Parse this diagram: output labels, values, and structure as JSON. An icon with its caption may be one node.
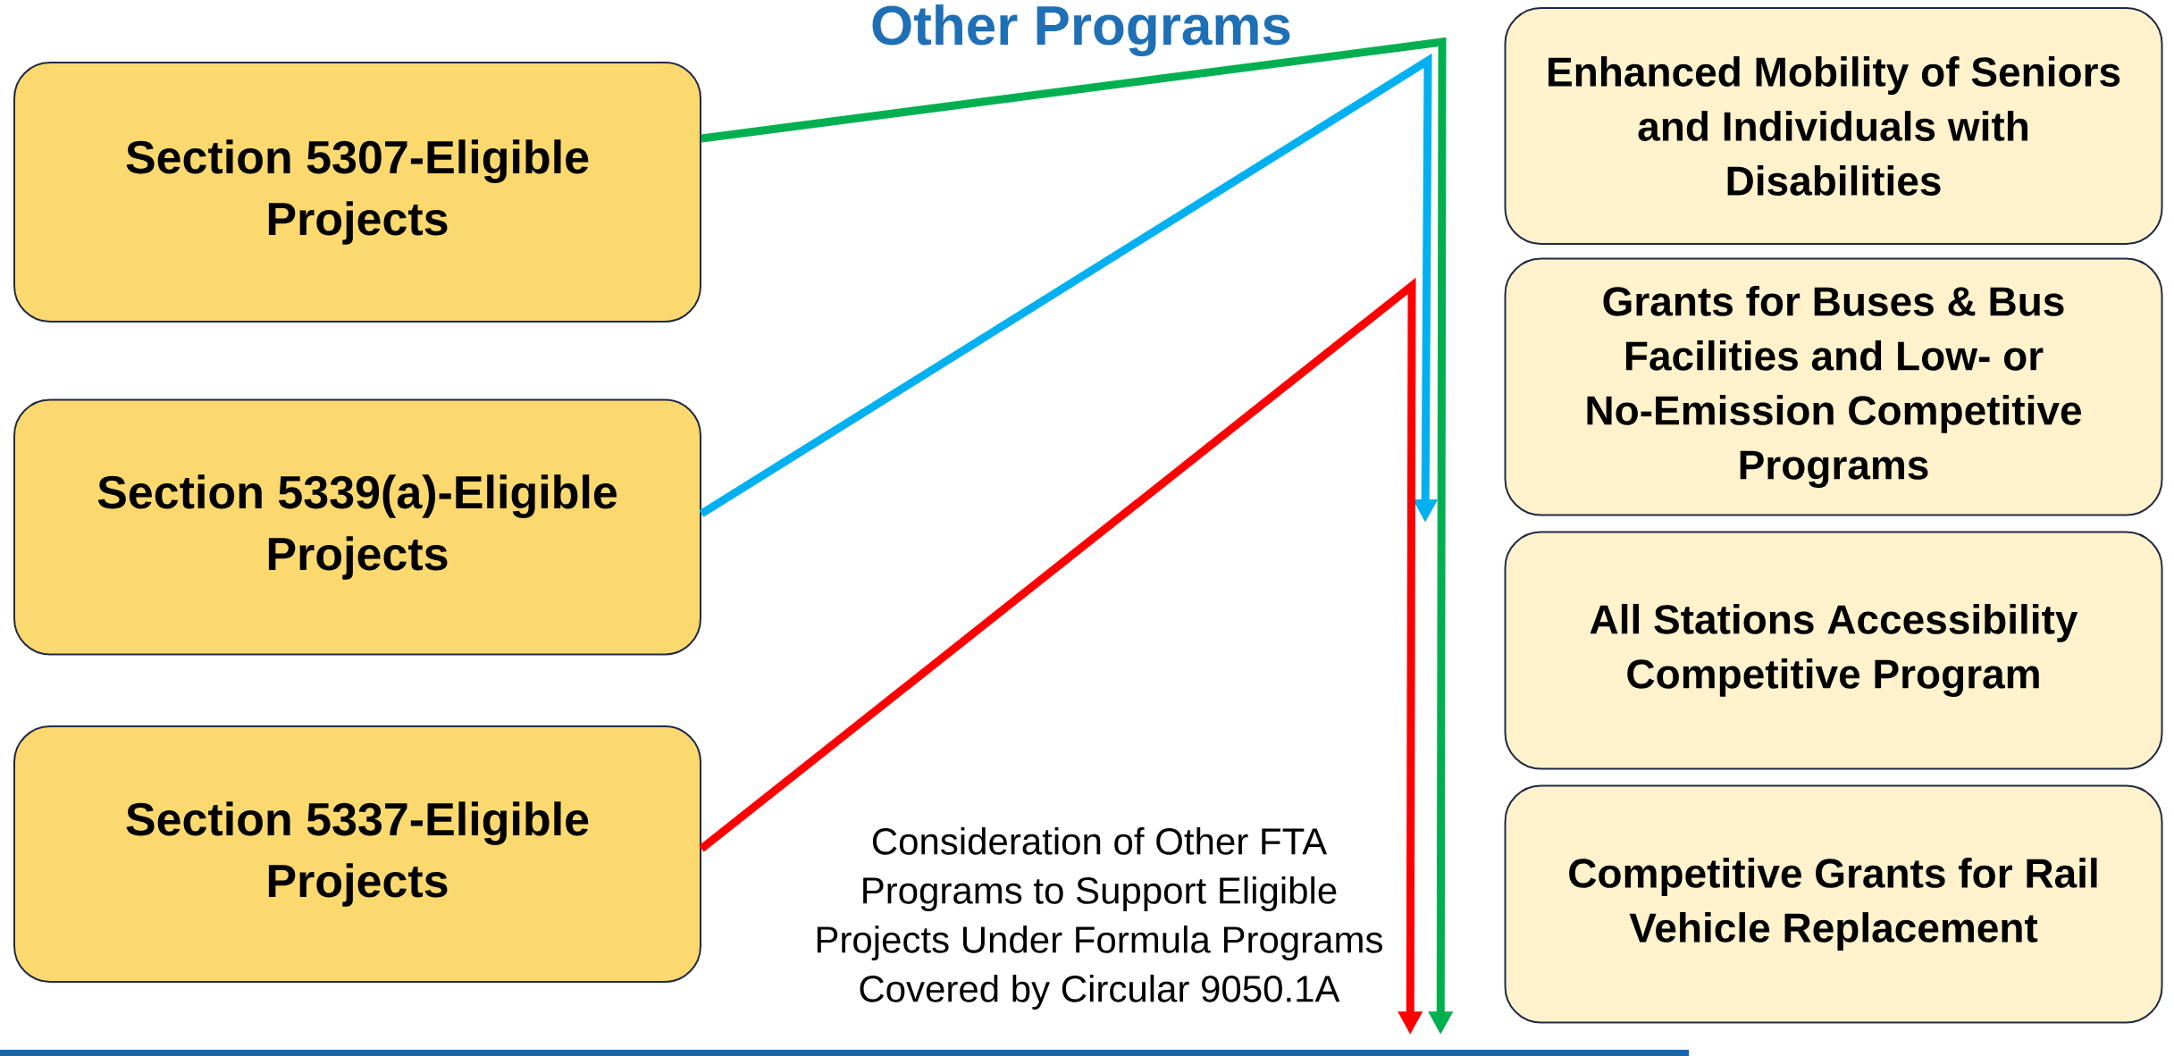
{
  "diagram": {
    "title": "Other Programs",
    "nodes": [
      {
        "text": [
          "Section 5307-Eligible Projects"
        ]
      },
      {
        "text": [
          "Section 5339(a)-Eligible Projects"
        ]
      },
      {
        "text": [
          "Section 5337-Eligible Projects"
        ]
      },
      {
        "text": [
          "Consideration of Other FTA Programs to Support Eligible Projects Under Formula Programs Covered by Circular 9050.1A"
        ]
      },
      {
        "text": [
          "Enhanced Mobility of Seniors and Individuals with Disabilities"
        ]
      },
      {
        "text": [
          "Grants for Buses & Bus Facilities and Low- or No-Emission Competitive Programs"
        ]
      },
      {
        "text": [
          "All Stations Accessibility Competitive Program"
        ]
      },
      {
        "text": [
          "Competitive Grants for Rail Vehicle Replacement"
        ]
      }
    ],
    "edges": [
      {
        "from": 0,
        "to": 3,
        "arrow": "to",
        "color": "#00b050"
      },
      {
        "from": 1,
        "to": null,
        "arrow": "to",
        "color": "#00b0f0"
      },
      {
        "from": 2,
        "to": 3,
        "arrow": "to",
        "color": "#ff0000"
      }
    ]
  }
}
